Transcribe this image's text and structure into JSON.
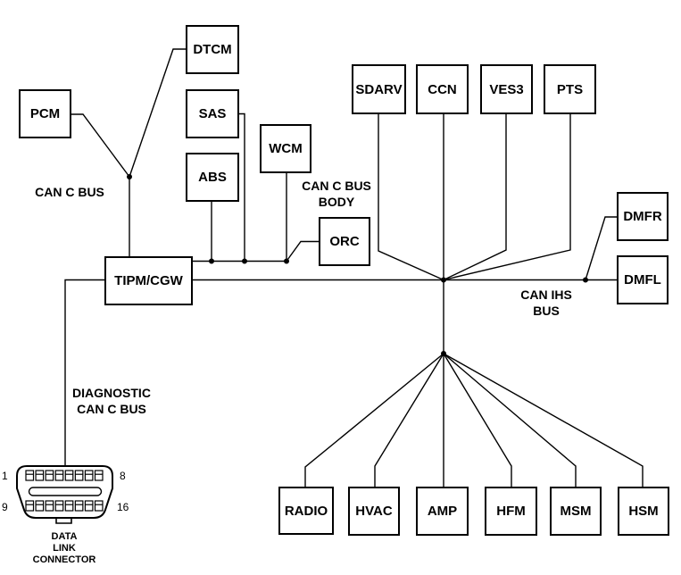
{
  "diagram": {
    "nodes": {
      "pcm": {
        "label": "PCM"
      },
      "dtcm": {
        "label": "DTCM"
      },
      "sas": {
        "label": "SAS"
      },
      "abs": {
        "label": "ABS"
      },
      "wcm": {
        "label": "WCM"
      },
      "orc": {
        "label": "ORC"
      },
      "tipm": {
        "label": "TIPM/CGW"
      },
      "sdarv": {
        "label": "SDARV"
      },
      "ccn": {
        "label": "CCN"
      },
      "ves3": {
        "label": "VES3"
      },
      "pts": {
        "label": "PTS"
      },
      "dmfr": {
        "label": "DMFR"
      },
      "dmfl": {
        "label": "DMFL"
      },
      "radio": {
        "label": "RADIO"
      },
      "hvac": {
        "label": "HVAC"
      },
      "amp": {
        "label": "AMP"
      },
      "hfm": {
        "label": "HFM"
      },
      "msm": {
        "label": "MSM"
      },
      "hsm": {
        "label": "HSM"
      }
    },
    "bus_labels": {
      "can_c": "CAN C BUS",
      "can_c_body": {
        "line1": "CAN C BUS",
        "line2": "BODY"
      },
      "can_ihs": {
        "line1": "CAN IHS",
        "line2": "BUS"
      },
      "diagnostic": {
        "line1": "DIAGNOSTIC",
        "line2": "CAN C BUS"
      }
    },
    "connector": {
      "pin_top_left": "1",
      "pin_top_right": "8",
      "pin_bottom_left": "9",
      "pin_bottom_right": "16",
      "caption_line1": "DATA",
      "caption_line2": "LINK",
      "caption_line3": "CONNECTOR"
    },
    "colors": {
      "line": "#000000",
      "background": "#ffffff"
    }
  }
}
